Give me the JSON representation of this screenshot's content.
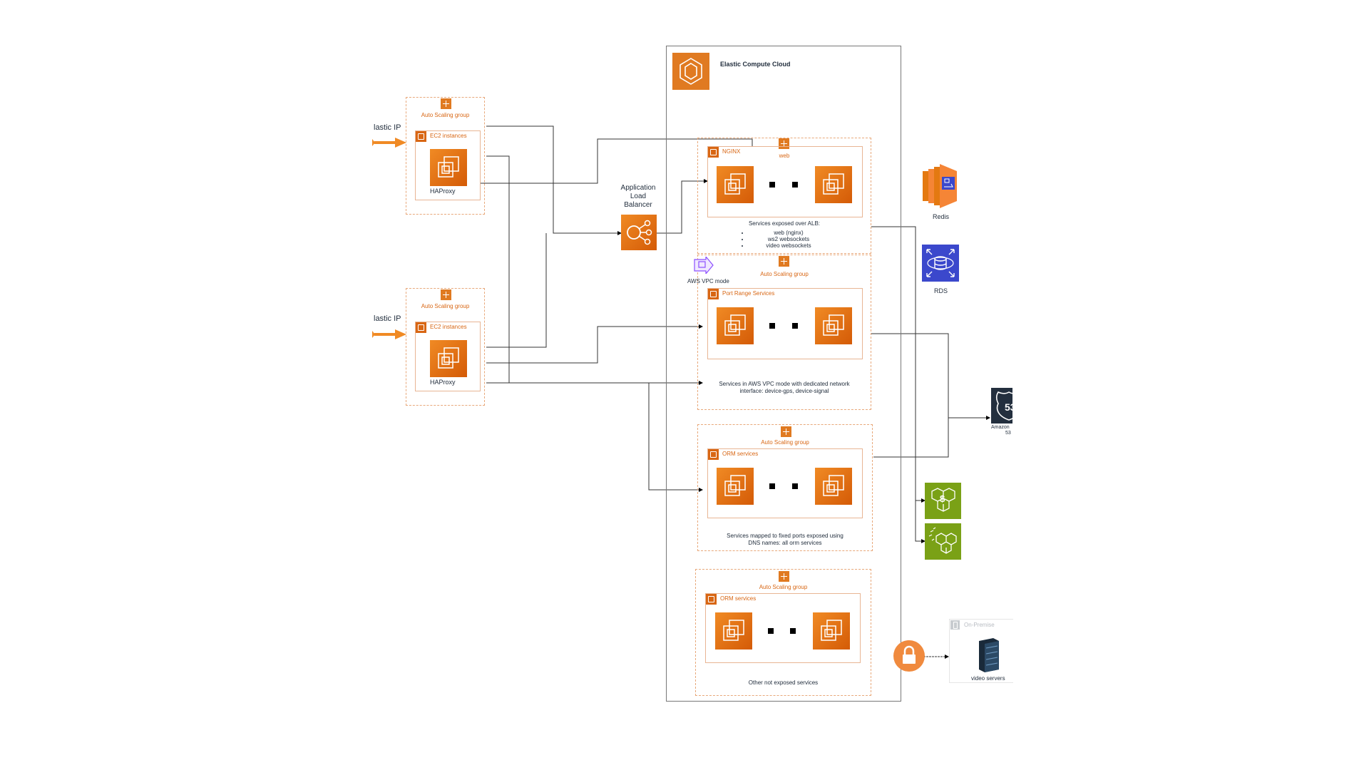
{
  "diagram": {
    "ec2_title": "Elastic Compute Cloud",
    "left_groups": [
      {
        "eip_label": "lastic IP",
        "asg_label": "Auto Scaling group",
        "group_label": "EC2 instances",
        "instance_label": "HAProxy"
      },
      {
        "eip_label": "lastic IP",
        "asg_label": "Auto Scaling group",
        "group_label": "EC2 instances",
        "instance_label": "HAProxy"
      }
    ],
    "alb": {
      "label_line1": "Application",
      "label_line2": "Load",
      "label_line3": "Balancer"
    },
    "service_groups": [
      {
        "asg_label": "web",
        "group_label": "NGINX",
        "note_line1": "Services exposed over ALB:",
        "bullets": [
          "web (nginx)",
          "ws2 websockets",
          "video websockets"
        ]
      },
      {
        "asg_label": "Auto Scaling group",
        "group_label": "Port Range Services",
        "vpc_label": "AWS VPC mode",
        "note_line1": "Services in AWS VPC mode with dedicated network",
        "note_line2": "interface: device-gps, device-signal"
      },
      {
        "asg_label": "Auto Scaling group",
        "group_label": "ORM services",
        "note_line1": "Services mapped to fixed ports exposed using",
        "note_line2": "DNS names: all orm services"
      },
      {
        "asg_label": "Auto Scaling group",
        "group_label": "ORM services",
        "note_line1": "Other not exposed services"
      }
    ],
    "external": {
      "redis_label": "Redis",
      "rds_label": "RDS",
      "route53_line1": "Amazon",
      "route53_line2": "53",
      "onprem_label": "On-Premise",
      "video_servers_label": "video servers"
    },
    "colors": {
      "aws_orange": "#d86613",
      "compute_orange": "#e07a21",
      "database_blue": "#3b48cc",
      "storage_green": "#7aa116",
      "route53_navy": "#232f3e",
      "vpc_purple": "#8c4fff"
    }
  }
}
